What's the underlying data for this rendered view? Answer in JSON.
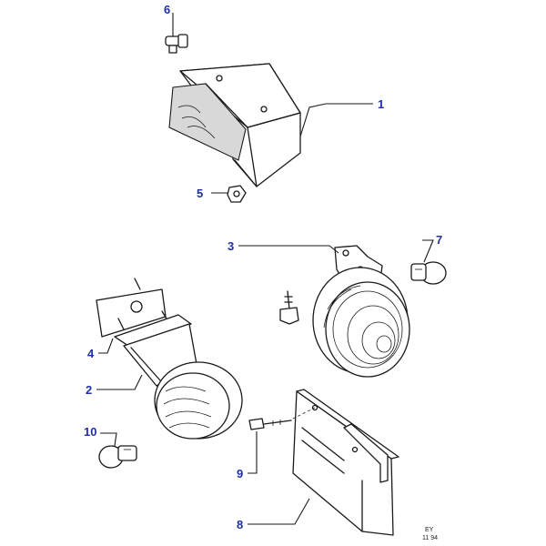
{
  "callouts": {
    "c1": "1",
    "c2": "2",
    "c3": "3",
    "c4": "4",
    "c5": "5",
    "c6": "6",
    "c7": "7",
    "c8": "8",
    "c9": "9",
    "c10": "10"
  },
  "drawing_code": {
    "line1": "EY",
    "line2": "11 94"
  },
  "colors": {
    "callout": "#1f2fa8",
    "line": "#1a1a1a"
  }
}
